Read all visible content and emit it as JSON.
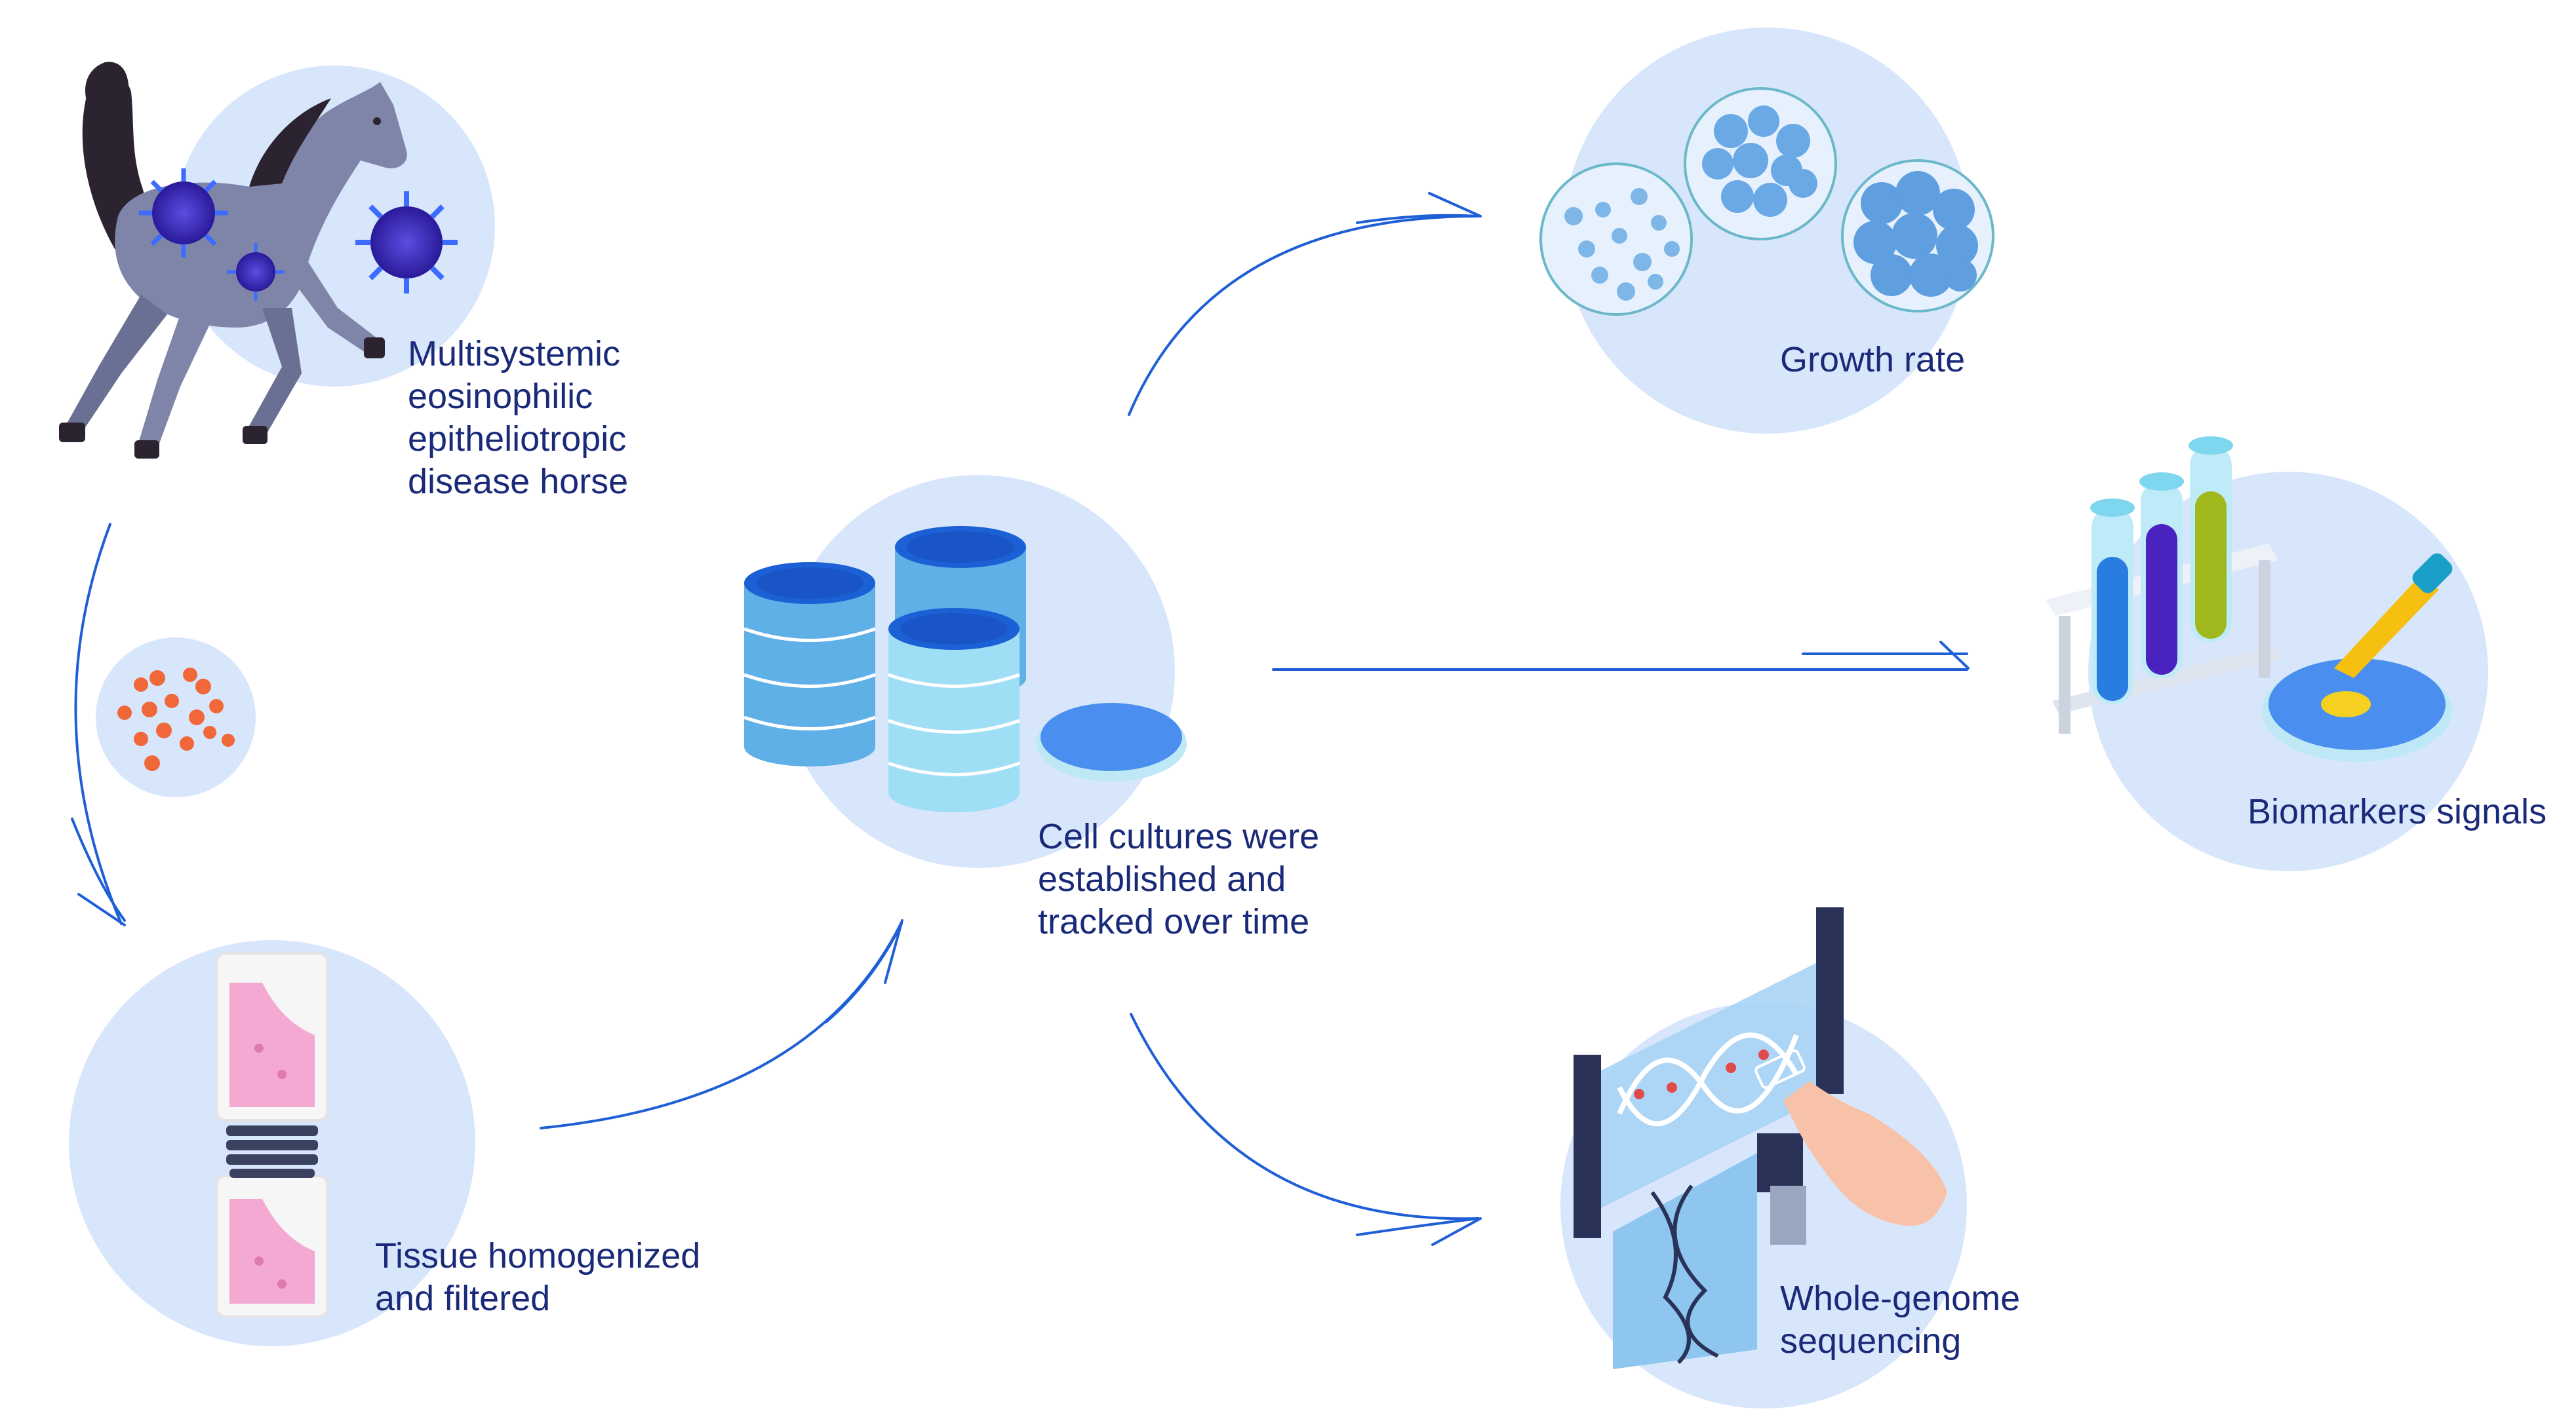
{
  "colors": {
    "circle": "#d8e6fc",
    "arrow": "#1f5fd6",
    "text": "#1a2a78",
    "horse": "#7f85a8",
    "virus": "#2f1fb0",
    "cell_dots": "#f0673a",
    "tube_pink": "#f4a9d2",
    "dish_blue": "#4a8ff0",
    "cell_blue": "#6aa8e6"
  },
  "nodes": {
    "horse": {
      "lines": [
        "Multisystemic",
        "eosinophilic",
        "epitheliotropic",
        "disease horse"
      ],
      "icon": "horse-with-virus-icon"
    },
    "cells": {
      "icon": "red-cells-icon"
    },
    "tissue": {
      "lines": [
        "Tissue homogenized",
        "and filtered"
      ],
      "icon": "homogenizer-tubes-icon"
    },
    "culture": {
      "lines": [
        "Cell cultures were",
        "established and",
        "tracked over time"
      ],
      "icon": "culture-flasks-icon"
    },
    "growth": {
      "lines": [
        "Growth rate"
      ],
      "icon": "cell-colonies-icon"
    },
    "biomarkers": {
      "lines": [
        "Biomarkers signals"
      ],
      "icon": "test-tubes-icon"
    },
    "genome": {
      "lines": [
        "Whole-genome",
        "sequencing"
      ],
      "icon": "dna-screen-icon"
    }
  }
}
